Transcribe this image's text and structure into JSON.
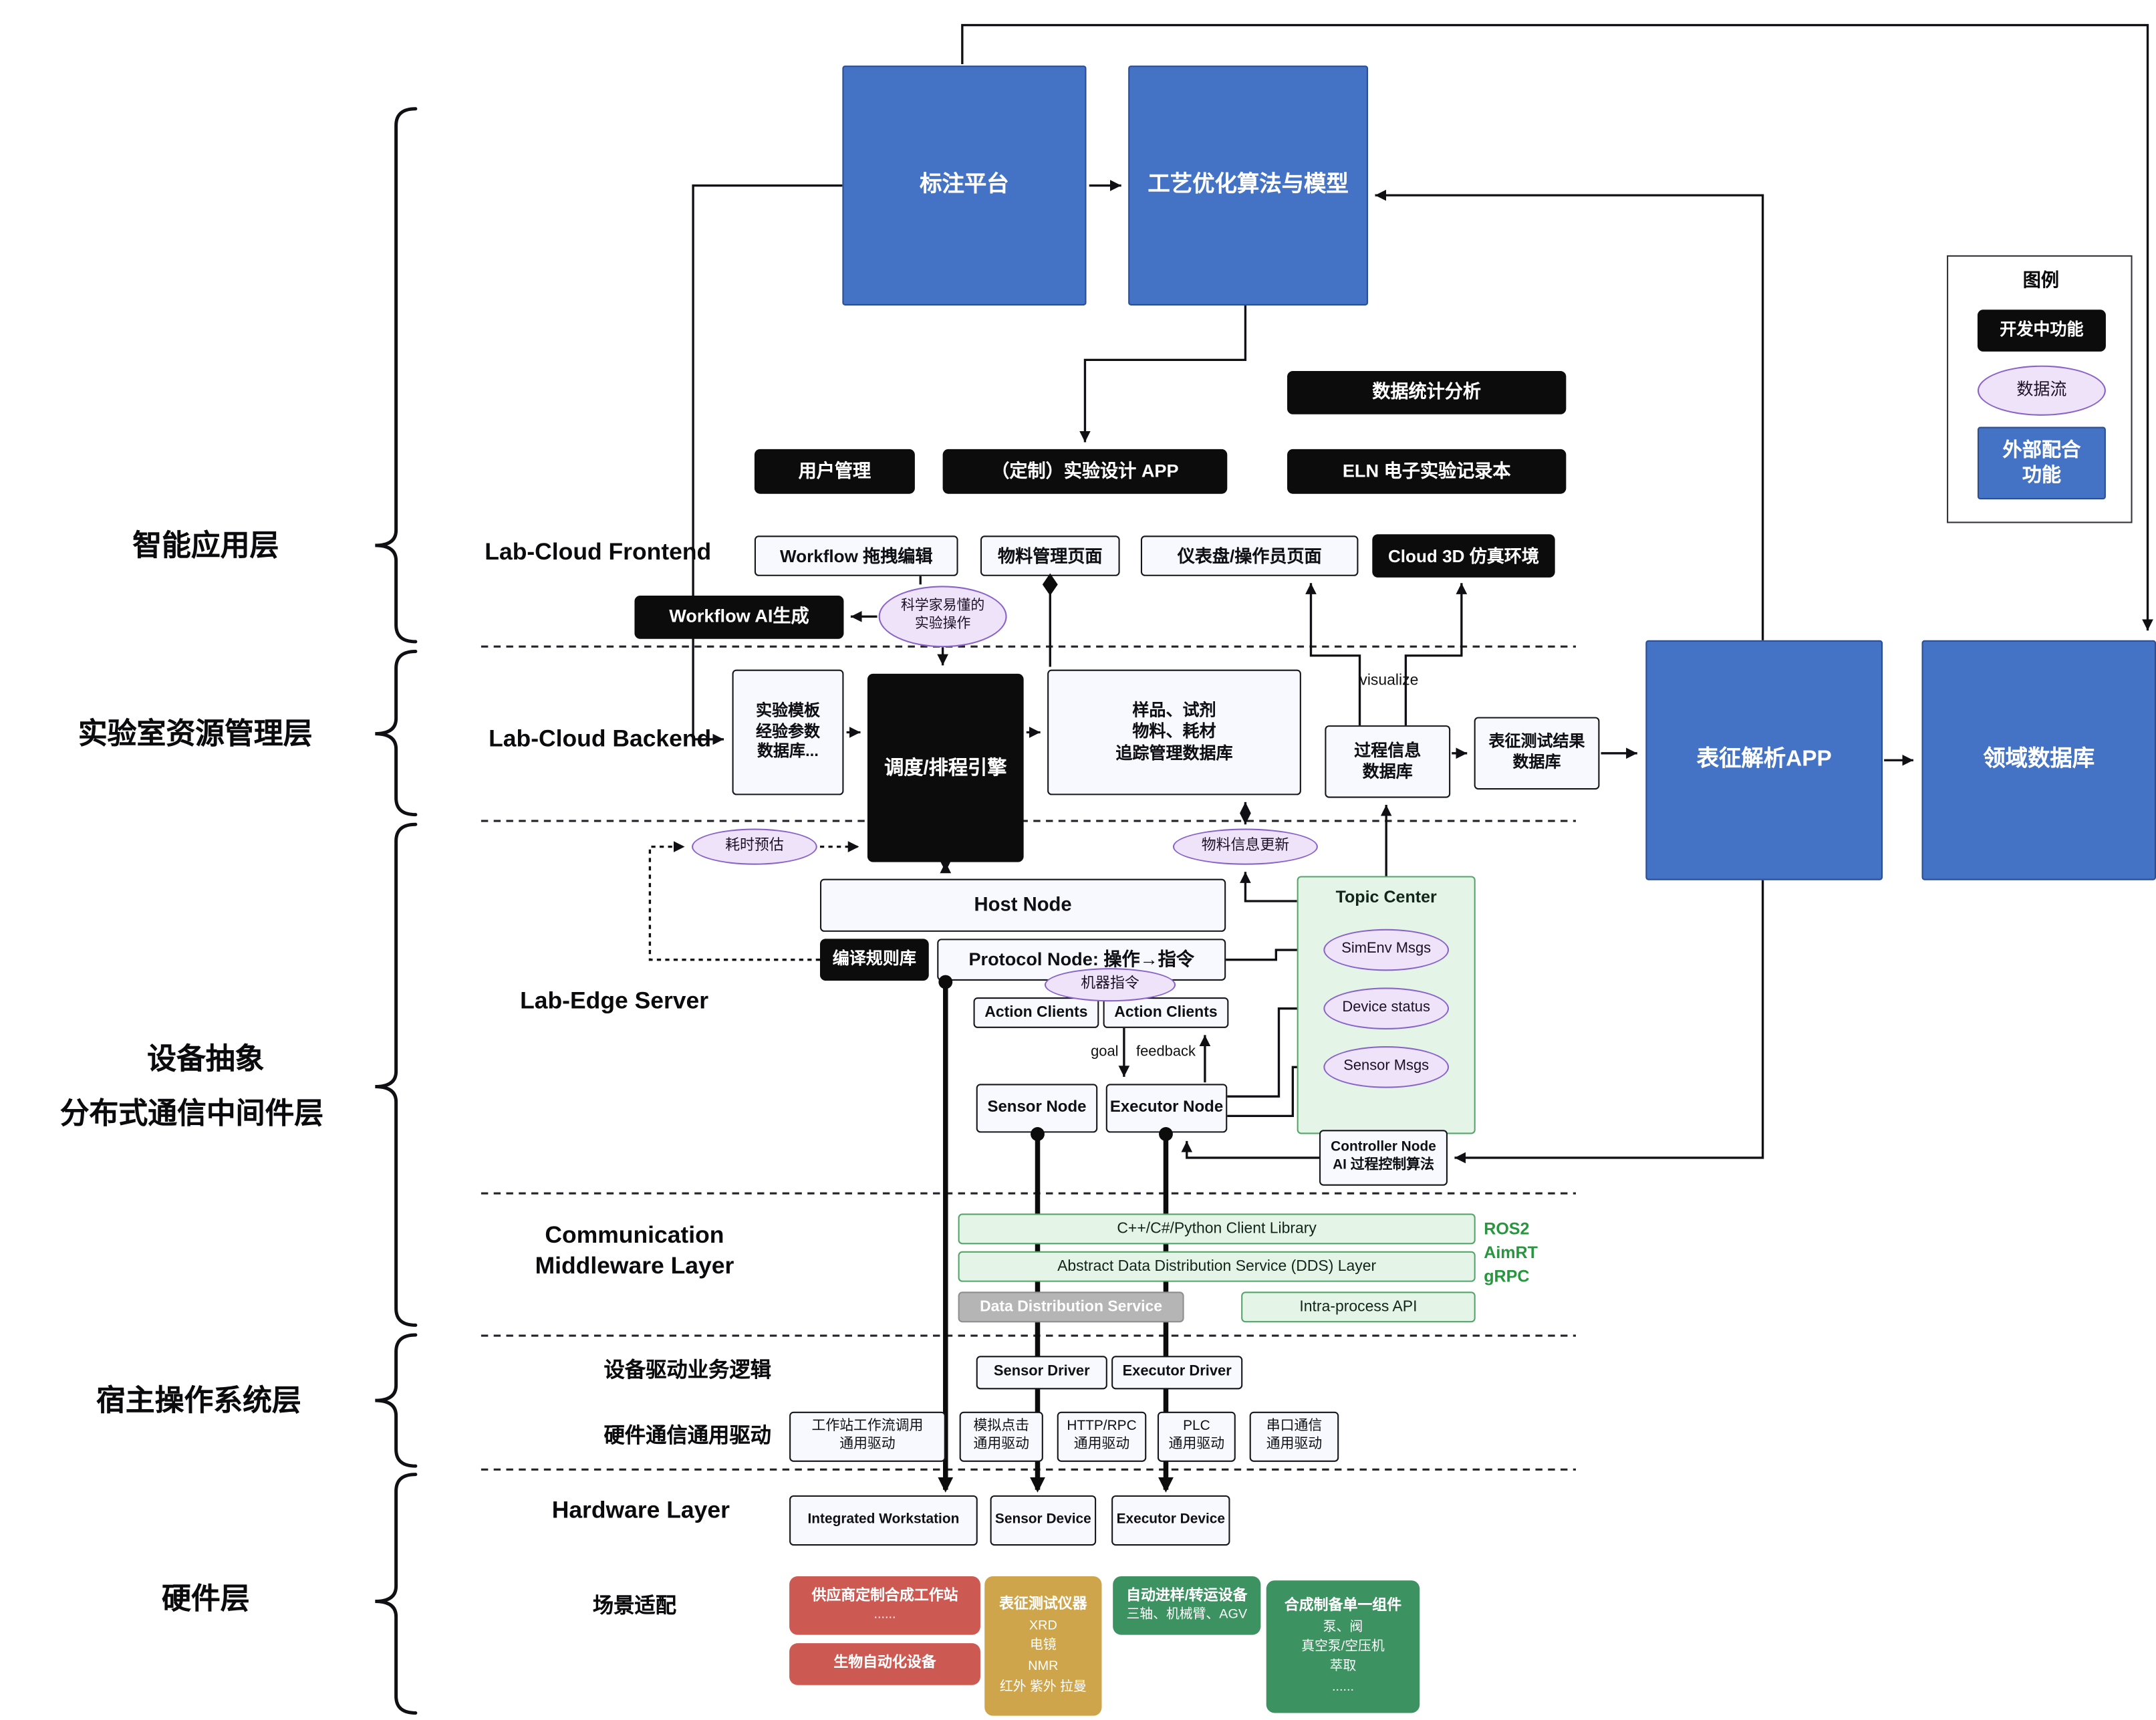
{
  "colors": {
    "blue": "#4472c4",
    "black": "#0c0c0c",
    "purple_fill": "#eee3f9",
    "purple_border": "#8a63c9",
    "green_fill": "#e4f4e7",
    "green_border": "#55a56b",
    "red": "#cd5a52",
    "gold": "#cfa54b",
    "green_solid": "#3c9260",
    "gray": "#b5b5b5"
  },
  "legend": {
    "title": "图例",
    "developing": "开发中功能",
    "dataflow": "数据流",
    "external": "外部配合功能"
  },
  "layer_labels": {
    "app": "智能应用层",
    "resource": "实验室资源管理层",
    "device_line1": "设备抽象",
    "device_line2": "分布式通信中间件层",
    "host_os": "宿主操作系统层",
    "hardware": "硬件层"
  },
  "top_boxes": {
    "annotation": "标注平台",
    "process_opt": "工艺优化算法与模型"
  },
  "frontend": {
    "label": "Lab-Cloud Frontend",
    "stats": "数据统计分析",
    "user_mgmt": "用户管理",
    "exp_design": "（定制）实验设计 APP",
    "eln": "ELN 电子实验记录本",
    "workflow_edit": "Workflow 拖拽编辑",
    "material_page": "物料管理页面",
    "dashboard": "仪表盘/操作员页面",
    "cloud3d": "Cloud 3D 仿真环境",
    "workflow_ai": "Workflow AI生成",
    "sci_ops": [
      "科学家易懂的",
      "实验操作"
    ]
  },
  "backend": {
    "label": "Lab-Cloud Backend",
    "template_db": [
      "实验模板",
      "经验参数",
      "数据库..."
    ],
    "scheduler": "调度/排程引擎",
    "sample_db": [
      "样品、试剂",
      "物料、耗材",
      "追踪管理数据库"
    ],
    "visualize": "visualize",
    "process_db": [
      "过程信息",
      "数据库"
    ],
    "char_result_db": [
      "表征测试结果",
      "数据库"
    ],
    "char_app": "表征解析APP",
    "domain_db": "领域数据库"
  },
  "edge": {
    "label": "Lab-Edge Server",
    "time_estimate": "耗时预估",
    "material_update": "物料信息更新",
    "host_node": "Host Node",
    "compile_rules": "编译规则库",
    "protocol_node": "Protocol Node: 操作→指令",
    "machine_cmd": "机器指令",
    "action_clients_1": "Action Clients",
    "action_clients_2": "Action Clients",
    "goal": "goal",
    "feedback": "feedback",
    "topic_center": "Topic Center",
    "simenv_msgs": "SimEnv Msgs",
    "device_status": "Device status",
    "sensor_msgs": "Sensor Msgs",
    "sensor_node": "Sensor Node",
    "executor_node": "Executor Node",
    "controller_node": [
      "Controller Node",
      "AI 过程控制算法"
    ]
  },
  "middleware": {
    "label": [
      "Communication",
      "Middleware Layer"
    ],
    "client_lib": "C++/C#/Python Client Library",
    "dds_layer": "Abstract Data Distribution Service (DDS) Layer",
    "dds_service": "Data Distribution Service",
    "intra_api": "Intra-process API",
    "tech": [
      "ROS2",
      "AimRT",
      "gRPC"
    ]
  },
  "host_os": {
    "driver_logic": "设备驱动业务逻辑",
    "sensor_driver": "Sensor Driver",
    "executor_driver": "Executor Driver",
    "hw_comm": "硬件通信通用驱动",
    "drivers": [
      [
        "工作站工作流调用",
        "通用驱动"
      ],
      [
        "模拟点击",
        "通用驱动"
      ],
      [
        "HTTP/RPC",
        "通用驱动"
      ],
      [
        "PLC",
        "通用驱动"
      ],
      [
        "串口通信",
        "通用驱动"
      ]
    ]
  },
  "hardware": {
    "label": "Hardware Layer",
    "workstation": "Integrated Workstation",
    "sensor_device": "Sensor Device",
    "executor_device": "Executor Device",
    "scene": "场景适配",
    "vendor": [
      "供应商定制合成工作站",
      "......"
    ],
    "bio": "生物自动化设备",
    "char_inst": [
      "表征测试仪器",
      "XRD",
      "电镜",
      "NMR",
      "红外 紫外 拉曼"
    ],
    "transfer": [
      "自动进样/转运设备",
      "三轴、机械臂、AGV"
    ],
    "synthesis": [
      "合成制备单一组件",
      "泵、阀",
      "真空泵/空压机",
      "萃取",
      "......"
    ]
  }
}
